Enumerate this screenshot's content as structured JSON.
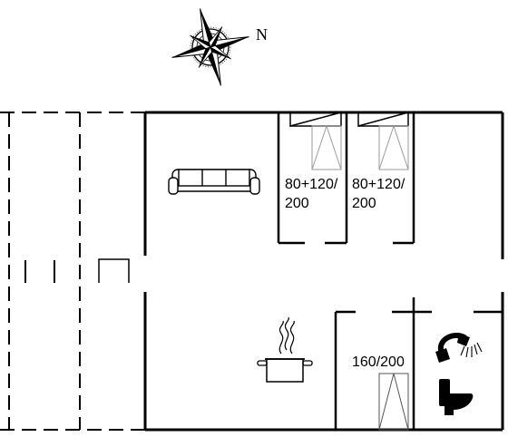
{
  "compass": {
    "direction_label": "N"
  },
  "bedroom_1": {
    "bed_label_line1": "80+120/",
    "bed_label_line2": "200"
  },
  "bedroom_2": {
    "bed_label_line1": "80+120/",
    "bed_label_line2": "200"
  },
  "bedroom_3": {
    "bed_label": "160/200"
  },
  "icons": [
    "compass-rose-icon",
    "sofa-icon",
    "cooking-pot-icon",
    "shower-icon",
    "toilet-icon",
    "bunk-bed-icon",
    "bed-icon"
  ],
  "colors": {
    "walls": "#000000",
    "furniture": "#000000",
    "bed_outline": "#8a8a8a",
    "background": "#ffffff"
  }
}
